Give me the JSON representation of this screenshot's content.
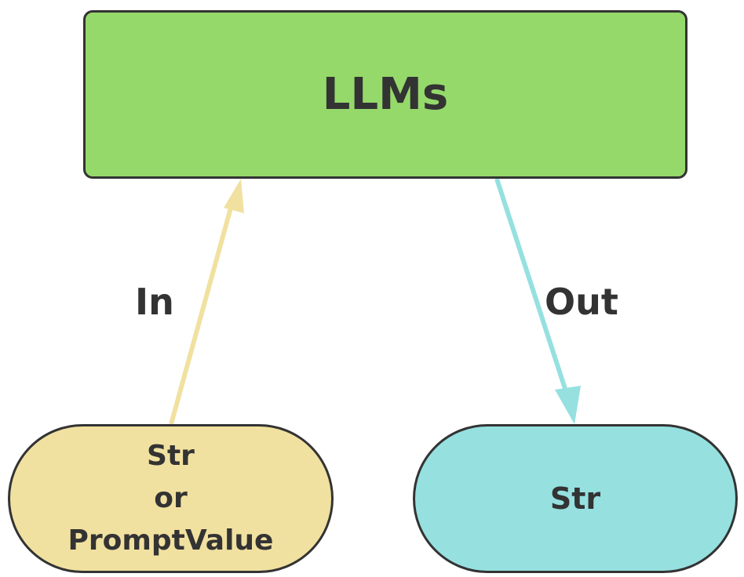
{
  "nodes": {
    "model": {
      "label": "LLMs",
      "fill": "#95d96a"
    },
    "input": {
      "lines": [
        "Str",
        "or",
        "PromptValue"
      ],
      "fill": "#f1e1a0"
    },
    "output": {
      "label": "Str",
      "fill": "#96e0e0"
    }
  },
  "edges": {
    "in": {
      "label": "In",
      "color": "#f1e1a0",
      "from": "input",
      "to": "model"
    },
    "out": {
      "label": "Out",
      "color": "#96e0e0",
      "from": "model",
      "to": "output"
    }
  },
  "colors": {
    "border": "#333333",
    "text": "#333333",
    "background": "#ffffff"
  }
}
